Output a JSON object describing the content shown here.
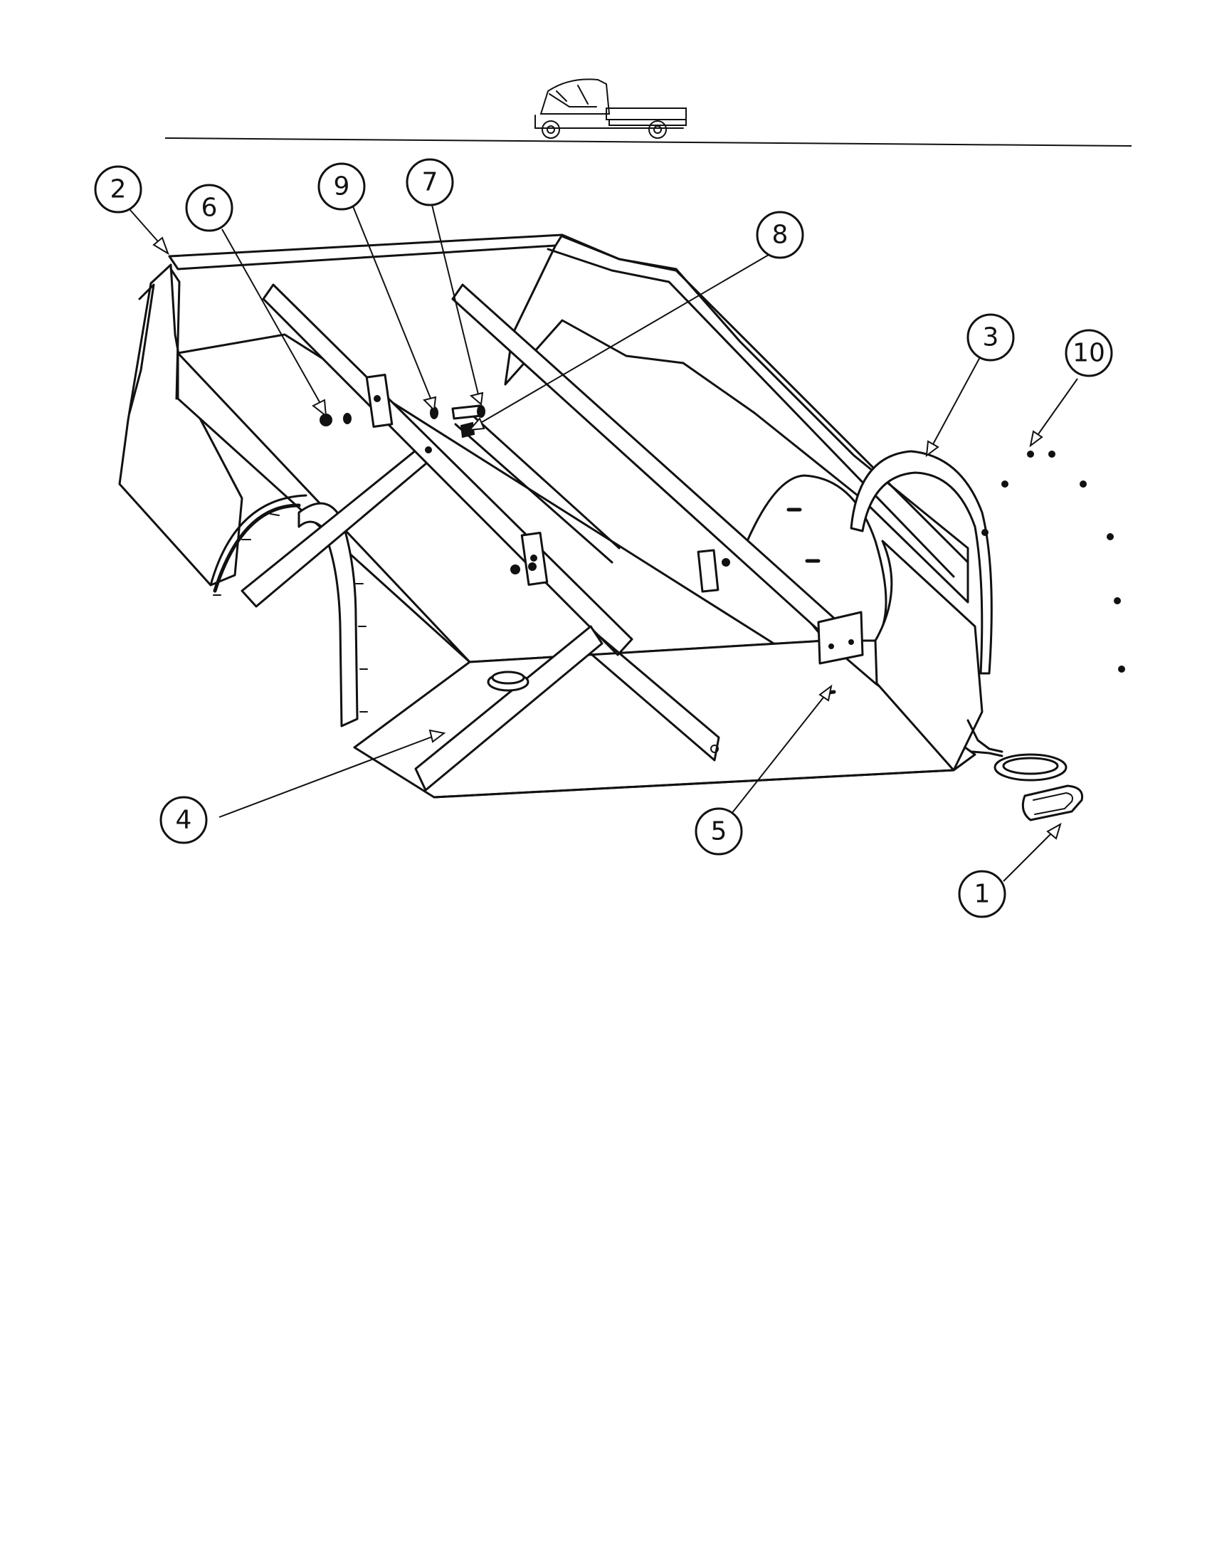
{
  "callouts": [
    {
      "id": "callout-1",
      "label": "1"
    },
    {
      "id": "callout-2",
      "label": "2"
    },
    {
      "id": "callout-3",
      "label": "3"
    },
    {
      "id": "callout-4",
      "label": "4"
    },
    {
      "id": "callout-5",
      "label": "5"
    },
    {
      "id": "callout-6",
      "label": "6"
    },
    {
      "id": "callout-7",
      "label": "7"
    },
    {
      "id": "callout-8",
      "label": "8"
    },
    {
      "id": "callout-9",
      "label": "9"
    },
    {
      "id": "callout-10",
      "label": "10"
    }
  ],
  "header_icon": "utility-vehicle-icon"
}
